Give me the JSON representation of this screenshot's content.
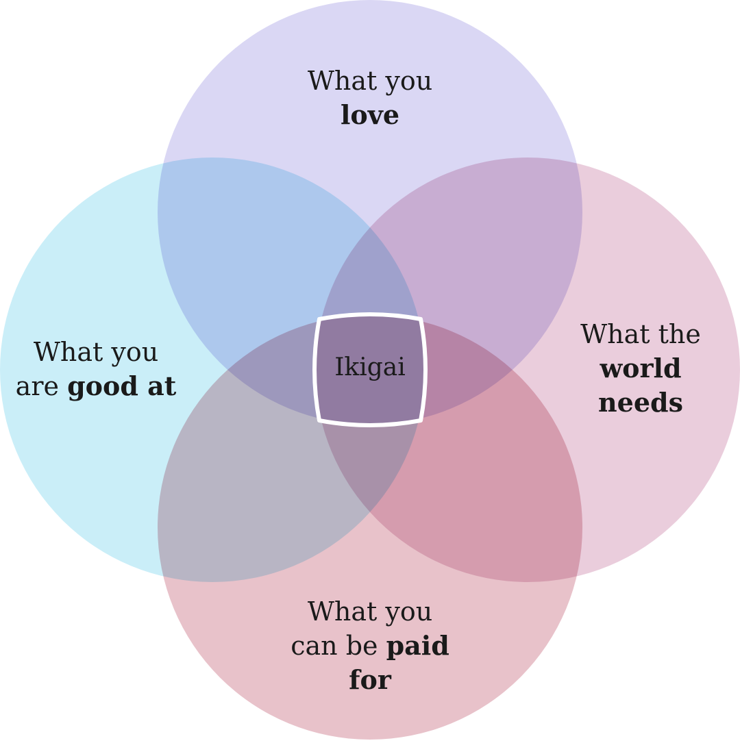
{
  "diagram": {
    "circles": [
      {
        "id": "love",
        "color": "#c2bcec",
        "line1": "What you",
        "line2_plain": "",
        "line2_bold": "love",
        "line3_bold": ""
      },
      {
        "id": "good",
        "color": "#a6e3f4",
        "line1": "What you",
        "line2_plain": "are ",
        "line2_bold": "good at",
        "line3_bold": ""
      },
      {
        "id": "world",
        "color": "#dcabc4",
        "line1": "What the",
        "line2_plain": "",
        "line2_bold": "world",
        "line3_bold": "needs"
      },
      {
        "id": "paid",
        "color": "#d99aa6",
        "line1": "What you",
        "line2_plain": "can be ",
        "line2_bold": "paid",
        "line3_bold": "for"
      }
    ],
    "center_label": "Ikigai"
  }
}
